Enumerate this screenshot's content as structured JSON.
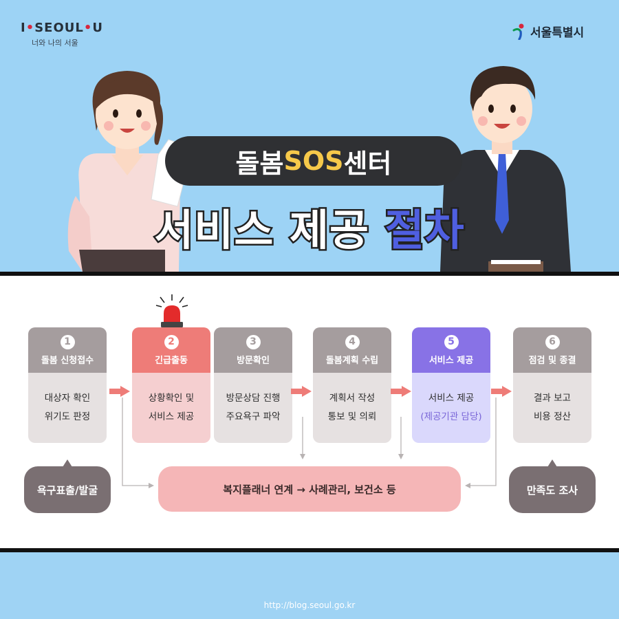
{
  "header": {
    "left_logo": {
      "brand_parts": [
        "I",
        "•",
        "SEOUL",
        "•",
        "U"
      ],
      "subtitle": "너와 나의 서울"
    },
    "right_logo": {
      "text": "서울특별시",
      "icon": "seoul-city-emblem-icon"
    },
    "title_pill": {
      "part1": "돌봄",
      "part2": "SOS",
      "part3": "센터"
    },
    "main_title": {
      "part1": "서비스 제공 ",
      "part2": "절차"
    }
  },
  "colors": {
    "sky": "#9dd3f5",
    "gray_header": "#a59d9e",
    "red_header": "#ee7c78",
    "purple_header": "#8872e6",
    "pink": "#f5b6b7",
    "dark_bubble": "#7a6f72",
    "title_blue": "#4f5fe0",
    "title_yellow": "#f6c94a"
  },
  "steps": [
    {
      "number": "1",
      "title": "돌봄 신청접수",
      "line1": "대상자 확인",
      "line2": "위기도 판정"
    },
    {
      "number": "2",
      "title": "긴급출동",
      "line1": "상황확인 및",
      "line2": "서비스 제공"
    },
    {
      "number": "3",
      "title": "방문확인",
      "line1": "방문상담 진행",
      "line2": "주요욕구 파악"
    },
    {
      "number": "4",
      "title": "돌봄계획 수립",
      "line1": "계획서 작성",
      "line2": "통보 및 의뢰"
    },
    {
      "number": "5",
      "title": "서비스 제공",
      "line1": "서비스 제공",
      "line2": "(제공기관 담당)"
    },
    {
      "number": "6",
      "title": "점검 및 종결",
      "line1": "결과 보고",
      "line2": "비용 정산"
    }
  ],
  "bottom": {
    "left_bubble": "욕구표출/발굴",
    "planner": "복지플래너 연계 → 사례관리, 보건소 등",
    "right_bubble": "만족도 조사"
  },
  "footer": {
    "url": "http://blog.seoul.go.kr"
  }
}
